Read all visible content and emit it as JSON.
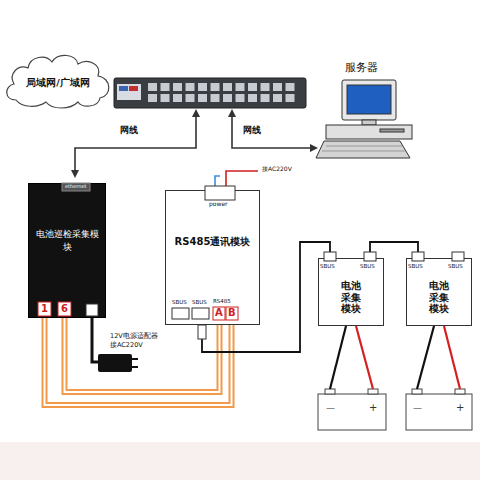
{
  "diagram": {
    "nodes": [
      {
        "text": [
          "局域网/广域网"
        ]
      },
      {
        "text": [
          "电池巡检采集模块"
        ]
      },
      {
        "text": [
          "RS485通讯模块"
        ]
      },
      {
        "text": [
          "电池 采集 模块"
        ]
      },
      {
        "text": [
          "电池 采集 模块"
        ]
      }
    ],
    "edges": [
      {
        "from": 1,
        "to": 2,
        "arrow": "none"
      },
      {
        "from": 1,
        "to": 2,
        "arrow": "none"
      },
      {
        "from": 2,
        "to": 3,
        "arrow": "none"
      },
      {
        "from": 3,
        "to": 4,
        "arrow": "none"
      }
    ],
    "labels": [
      "网线",
      "网线",
      "服务器",
      "ethernet",
      "1",
      "6",
      "接AC220V",
      "power",
      "SBUS",
      "SBUS",
      "RS485",
      "A",
      "B",
      "12V电源适配器",
      "接AC220V",
      "SBUS",
      "SBUS",
      "SBUS",
      "SBUS",
      "—",
      "+",
      "—",
      "+"
    ]
  }
}
